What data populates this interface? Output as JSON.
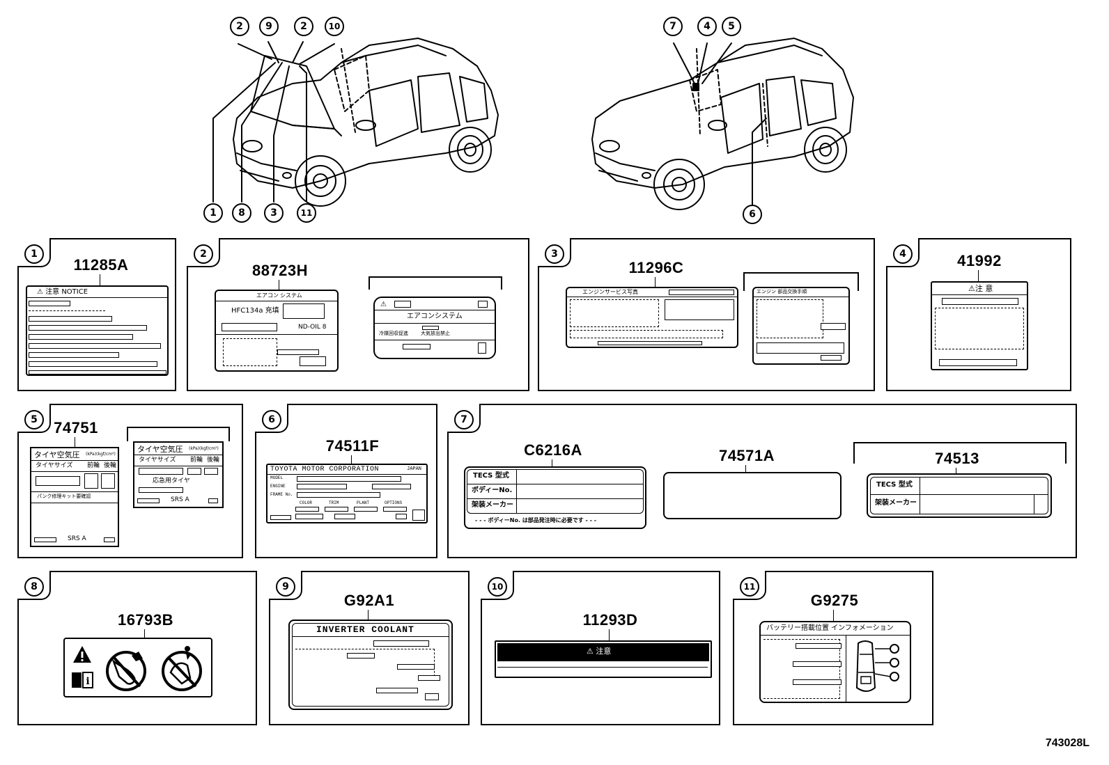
{
  "diagram_code": "743028L",
  "car_callouts": {
    "front_view": [
      "2",
      "9",
      "2",
      "10",
      "1",
      "8",
      "3",
      "11"
    ],
    "rear_view": [
      "7",
      "4",
      "5",
      "6"
    ]
  },
  "panels": [
    {
      "index": "1",
      "part": "11285A"
    },
    {
      "index": "2",
      "part": "88723H"
    },
    {
      "index": "3",
      "part": "11296C"
    },
    {
      "index": "4",
      "part": "41992"
    },
    {
      "index": "5",
      "part": "74751"
    },
    {
      "index": "6",
      "part": "74511F"
    },
    {
      "index": "7",
      "parts": [
        "C6216A",
        "74571A",
        "74513"
      ]
    },
    {
      "index": "8",
      "part": "16793B"
    },
    {
      "index": "9",
      "part": "G92A1"
    },
    {
      "index": "10",
      "part": "11293D"
    },
    {
      "index": "11",
      "part": "G9275"
    }
  ],
  "label_text": {
    "p1_header": "⚠ 注意  NOTICE",
    "p2_col1": "エアコン",
    "p2_col2": "システム",
    "p2_refrigerant": "HFC134a 充填",
    "p2_oil": "ND-OIL 8",
    "p2_sys_title": "エアコンシステム",
    "p2_sys_left": "冷媒回収促進",
    "p2_sys_right": "大気放出禁止",
    "p3_header": "エンジンサービス写真",
    "p3_side_header": "エンジン 部品交換手順",
    "p4_header": "⚠注 意",
    "p5_title_a": "タイヤ空気圧",
    "p5_title_a_small": "(kPa)(kgf/cm²)",
    "p5_col_size": "タイヤサイズ",
    "p5_col_front": "前輪",
    "p5_col_rear": "後輪",
    "p5_note": "パンク修理キット要確認",
    "p5_srs": "SRS A",
    "p5_title_b": "タイヤ空気圧",
    "p5_title_b_small": "(kPa)(kgf/cm²)",
    "p5_spare": "応急用タイヤ",
    "p6_corp": "TOYOTA MOTOR CORPORATION",
    "p6_country": "JAPAN",
    "p6_model": "MODEL",
    "p6_engine": "ENGINE",
    "p6_frame": "FRAME No.",
    "p6_color": "COLOR",
    "p6_trim": "TRIM",
    "p6_plant": "PLANT",
    "p6_options": "OPTIONS",
    "p7_tecs": "TECS 型式",
    "p7_body": "ボディーNo.",
    "p7_maker": "架装メーカー",
    "p7_footer": "- - - ボディーNo. は部品発注時に必要です - - -",
    "p9_header": "INVERTER COOLANT",
    "p10_header": "⚠ 注意",
    "p11_header": "バッテリー搭載位置 インフォメーション"
  },
  "colors": {
    "ink": "#000000",
    "paper": "#ffffff"
  }
}
